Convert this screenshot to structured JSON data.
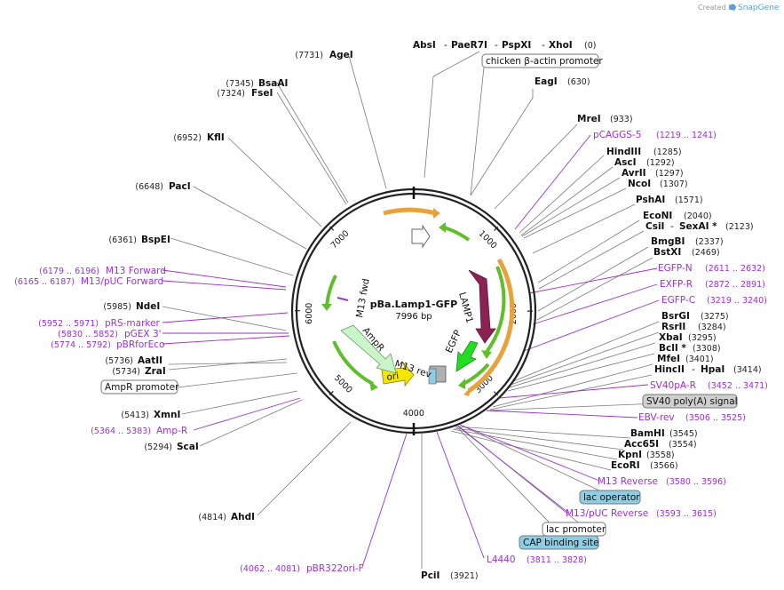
{
  "credit": {
    "prefix": "Created by",
    "brand": "SnapGene"
  },
  "plasmid": {
    "name": "pBa.Lamp1-GFP",
    "size": "7996 bp"
  },
  "ticks": [
    "1000",
    "2000",
    "3000",
    "4000",
    "5000",
    "6000",
    "7000"
  ],
  "enzymes": {
    "top_line": {
      "names": [
        "AbsI",
        "PaeR7I",
        "PspXI",
        "XhoI"
      ],
      "pos": "(0)"
    },
    "EagI": {
      "name": "EagI",
      "pos": "(630)"
    },
    "MreI": {
      "name": "MreI",
      "pos": "(933)"
    },
    "HindIII": {
      "name": "HindIII",
      "pos": "(1285)"
    },
    "AscI": {
      "name": "AscI",
      "pos": "(1292)"
    },
    "AvrII": {
      "name": "AvrII",
      "pos": "(1297)"
    },
    "NcoI": {
      "name": "NcoI",
      "pos": "(1307)"
    },
    "PshAI": {
      "name": "PshAI",
      "pos": "(1571)"
    },
    "EcoNI": {
      "name": "EcoNI",
      "pos": "(2040)"
    },
    "CsiI": {
      "name": "CsiI",
      "sep": "-",
      "name2": "SexAI *",
      "pos": "(2123)"
    },
    "BmgBI": {
      "name": "BmgBI",
      "pos": "(2337)"
    },
    "BstXI": {
      "name": "BstXI",
      "pos": "(2469)"
    },
    "BsrGI": {
      "name": "BsrGI",
      "pos": "(3275)"
    },
    "RsrII": {
      "name": "RsrII",
      "pos": "(3284)"
    },
    "XbaI": {
      "name": "XbaI",
      "pos": "(3295)"
    },
    "BclI": {
      "name": "BclI *",
      "pos": "(3308)"
    },
    "MfeI": {
      "name": "MfeI",
      "pos": "(3401)"
    },
    "HincII": {
      "name": "HincII",
      "sep": "-",
      "name2": "HpaI",
      "pos": "(3414)"
    },
    "BamHI": {
      "name": "BamHI",
      "pos": "(3545)"
    },
    "Acc65I": {
      "name": "Acc65I",
      "pos": "(3554)"
    },
    "KpnI": {
      "name": "KpnI",
      "pos": "(3558)"
    },
    "EcoRI": {
      "name": "EcoRI",
      "pos": "(3566)"
    },
    "PciI": {
      "name": "PciI",
      "pos": "(3921)"
    },
    "AhdI": {
      "name": "AhdI",
      "pos": "(4814)"
    },
    "ScaI": {
      "name": "ScaI",
      "pos": "(5294)"
    },
    "XmnI": {
      "name": "XmnI",
      "pos": "(5413)"
    },
    "AatII": {
      "name": "AatII",
      "pos": "(5736)"
    },
    "ZraI": {
      "name": "ZraI",
      "pos": "(5734)"
    },
    "NdeI": {
      "name": "NdeI",
      "pos": "(5985)"
    },
    "BspEI": {
      "name": "BspEI",
      "pos": "(6361)"
    },
    "PacI": {
      "name": "PacI",
      "pos": "(6648)"
    },
    "KflI": {
      "name": "KflI",
      "pos": "(6952)"
    },
    "FseI": {
      "name": "FseI",
      "pos": "(7324)"
    },
    "BsaAI": {
      "name": "BsaAI",
      "pos": "(7345)"
    },
    "AgeI": {
      "name": "AgeI",
      "pos": "(7731)"
    }
  },
  "primers": {
    "pCAGGS5": {
      "name": "pCAGGS-5",
      "pos": "(1219 .. 1241)"
    },
    "EGFPN": {
      "name": "EGFP-N",
      "pos": "(2611 .. 2632)"
    },
    "EXFPR": {
      "name": "EXFP-R",
      "pos": "(2872 .. 2891)"
    },
    "EGFPC": {
      "name": "EGFP-C",
      "pos": "(3219 .. 3240)"
    },
    "SV40pAR": {
      "name": "SV40pA-R",
      "pos": "(3452 .. 3471)"
    },
    "EBVrev": {
      "name": "EBV-rev",
      "pos": "(3506 .. 3525)"
    },
    "M13Rev": {
      "name": "M13 Reverse",
      "pos": "(3580 .. 3596)"
    },
    "M13pUCRev": {
      "name": "M13/pUC Reverse",
      "pos": "(3593 .. 3615)"
    },
    "L4440": {
      "name": "L4440",
      "pos": "(3811 .. 3828)"
    },
    "pBR322": {
      "name": "pBR322ori-F",
      "pos": "(4062 .. 4081)"
    },
    "AmpR": {
      "name": "Amp-R",
      "pos": "(5364 .. 5383)"
    },
    "pBRforEco": {
      "name": "pBRforEco",
      "pos": "(5774 .. 5792)"
    },
    "pGEX3": {
      "name": "pGEX 3'",
      "pos": "(5830 .. 5852)"
    },
    "pRSmarker": {
      "name": "pRS-marker",
      "pos": "(5952 .. 5971)"
    },
    "M13pUCFwd": {
      "name": "M13/pUC Forward",
      "pos": "(6165 .. 6187)"
    },
    "M13Fwd": {
      "name": "M13 Forward",
      "pos": "(6179 .. 6196)"
    }
  },
  "feature_boxes": {
    "chicken": "chicken β-actin promoter",
    "sv40": "SV40 poly(A) signal",
    "lacop": "lac operator",
    "lacprom": "lac promoter",
    "cap": "CAP binding site",
    "ampprom": "AmpR promoter"
  },
  "inner_labels": {
    "lamp1": "LAMP1",
    "egfp": "EGFP",
    "m13rev": "M13 rev",
    "ori": "ori",
    "ampr": "AmpR",
    "m13fwd": "M13 fwd"
  },
  "colors": {
    "backbone": "#222222",
    "primer": "#9b30d8",
    "lamp1": "#8b2252",
    "egfp": "#22dd22",
    "ori": "#f5e60a",
    "ampr": "#c9f5c9",
    "orf_orange": "#e8a23c",
    "orf_green": "#5fbf2a",
    "box_blue": "#8ecde3",
    "box_grey": "#cfcfcf"
  }
}
